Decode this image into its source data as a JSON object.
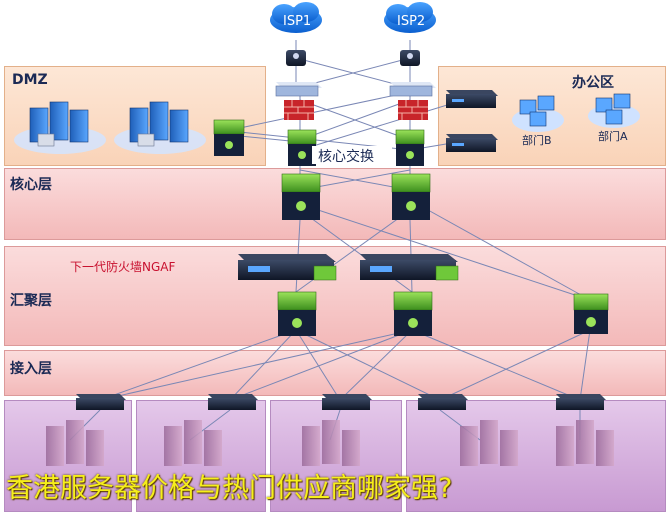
{
  "isp": {
    "isp1_label": "ISP1",
    "isp2_label": "ISP2"
  },
  "zones": {
    "dmz_label": "DMZ",
    "office_label": "办公区",
    "core_layer_label": "核心层",
    "aggregation_layer_label": "汇聚层",
    "access_layer_label": "接入层"
  },
  "core_switch_label": "核心交换",
  "ngaf_label": "下一代防火墙NGAF",
  "departments": {
    "dept_b": "部门B",
    "dept_a": "部门A"
  },
  "banner_text": "香港服务器价格与热门供应商哪家强?",
  "colors": {
    "zone_pink": "#f6c9c9",
    "zone_orange": "#fbe0cc",
    "zone_purple": "#d9b9e0",
    "switch_green": "#6fc83a",
    "banner_yellow": "#f6ef1a",
    "ngaf_red": "#c8102e"
  }
}
